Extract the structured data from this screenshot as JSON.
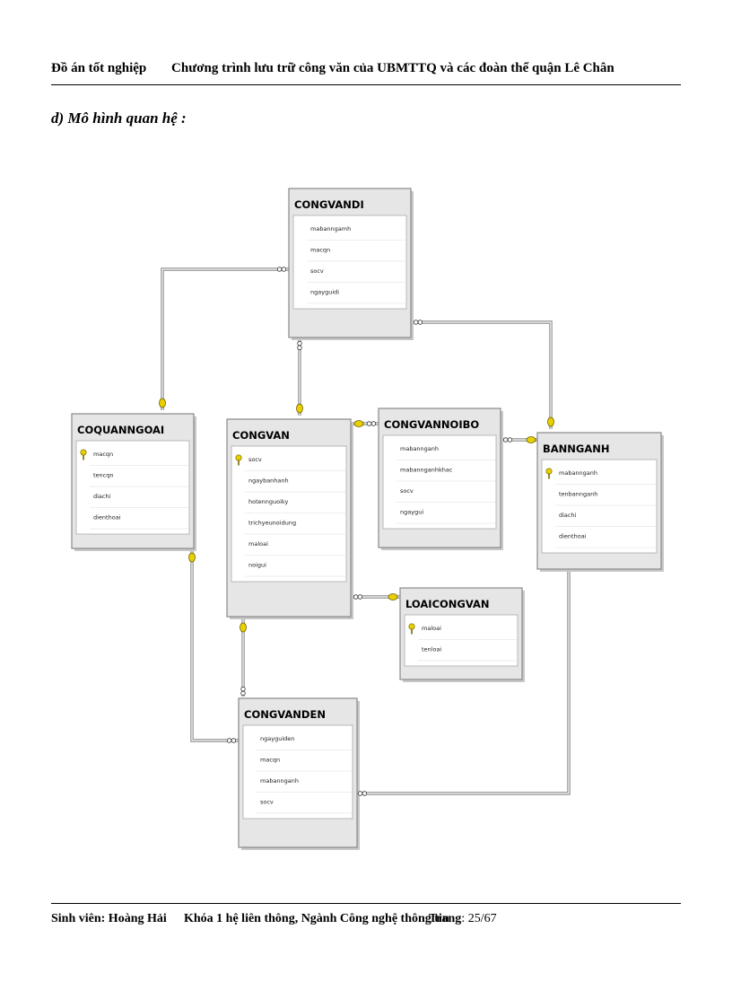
{
  "header": {
    "left": "Đồ án tốt nghiệp",
    "right": "Chương trình lưu trữ công văn của UBMTTQ và các đoàn thể quận Lê Chân"
  },
  "section": {
    "title": "d) Mô hình quan hệ :"
  },
  "tables": [
    {
      "name": "CONGVANDI",
      "fields": [
        {
          "name": "mabanngamh",
          "key": false
        },
        {
          "name": "macqn",
          "key": false
        },
        {
          "name": "socv",
          "key": false
        },
        {
          "name": "ngayguidi",
          "key": false
        }
      ]
    },
    {
      "name": "COQUANNGOAI",
      "fields": [
        {
          "name": "macqn",
          "key": true
        },
        {
          "name": "tencqn",
          "key": false
        },
        {
          "name": "diachi",
          "key": false
        },
        {
          "name": "dienthoai",
          "key": false
        }
      ]
    },
    {
      "name": "CONGVAN",
      "fields": [
        {
          "name": "socv",
          "key": true
        },
        {
          "name": "ngaybanhanh",
          "key": false
        },
        {
          "name": "hotennguoiky",
          "key": false
        },
        {
          "name": "trichyeunoidung",
          "key": false
        },
        {
          "name": "maloai",
          "key": false
        },
        {
          "name": "noigui",
          "key": false
        }
      ]
    },
    {
      "name": "CONGVANNOIBO",
      "fields": [
        {
          "name": "mabannganh",
          "key": false
        },
        {
          "name": "mabannganhkhac",
          "key": false
        },
        {
          "name": "socv",
          "key": false
        },
        {
          "name": "ngaygui",
          "key": false
        }
      ]
    },
    {
      "name": "BANNGANH",
      "fields": [
        {
          "name": "mabannganh",
          "key": true
        },
        {
          "name": "tenbannganh",
          "key": false
        },
        {
          "name": "diachi",
          "key": false
        },
        {
          "name": "dienthoai",
          "key": false
        }
      ]
    },
    {
      "name": "LOAICONGVAN",
      "fields": [
        {
          "name": "maloai",
          "key": true
        },
        {
          "name": "tenloai",
          "key": false
        }
      ]
    },
    {
      "name": "CONGVANDEN",
      "fields": [
        {
          "name": "ngayguiden",
          "key": false
        },
        {
          "name": "macqn",
          "key": false
        },
        {
          "name": "mabannganh",
          "key": false
        },
        {
          "name": "socv",
          "key": false
        }
      ]
    }
  ],
  "relationships": [
    {
      "from": "COQUANNGOAI",
      "to": "CONGVANDI"
    },
    {
      "from": "CONGVAN",
      "to": "CONGVANDI"
    },
    {
      "from": "BANNGANH",
      "to": "CONGVANDI"
    },
    {
      "from": "CONGVAN",
      "to": "CONGVANNOIBO"
    },
    {
      "from": "BANNGANH",
      "to": "CONGVANNOIBO"
    },
    {
      "from": "LOAICONGVAN",
      "to": "CONGVAN"
    },
    {
      "from": "COQUANNGOAI",
      "to": "CONGVANDEN"
    },
    {
      "from": "CONGVAN",
      "to": "CONGVANDEN"
    },
    {
      "from": "BANNGANH",
      "to": "CONGVANDEN"
    }
  ],
  "footer": {
    "student": "Sinh viên: Hoàng Hải",
    "course": "Khóa 1 hệ liên thông, Ngành Công nghệ thông tin",
    "page_label": "Trang",
    "page_value": ": 25/67"
  },
  "colors": {
    "table_border": "#888888",
    "title_bar": "#e6e6e6",
    "connector": "#777777",
    "key_icon": "#e8d000"
  }
}
